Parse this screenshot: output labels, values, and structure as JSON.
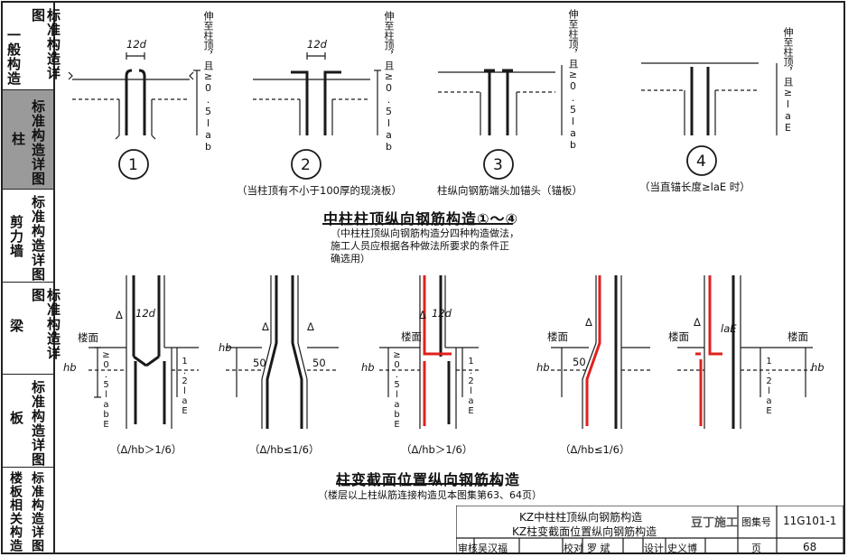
{
  "sidebar": {
    "sections": [
      {
        "label": "一般构造",
        "sub": "标准构造详图"
      },
      {
        "label": "柱",
        "sub": "标准构造详图",
        "active": true
      },
      {
        "label": "剪力墙",
        "sub": "标准构造详图"
      },
      {
        "label": "梁",
        "sub": "标准构造详图"
      },
      {
        "label": "板",
        "sub": "标准构造详图"
      },
      {
        "label": "楼板相关构造",
        "sub": "标准构造详图"
      }
    ]
  },
  "top": {
    "dim_12d": "12d",
    "vertical_note": "伸至柱顶，且≥0.5lab",
    "vertical_note_4": "伸至柱顶，且≥laE",
    "nodes": [
      {
        "num": "1",
        "caption": ""
      },
      {
        "num": "2",
        "caption": "（当柱顶有不小于100厚的现浇板）"
      },
      {
        "num": "3",
        "caption": "柱纵向钢筋端头加锚头（锚板）"
      },
      {
        "num": "4",
        "caption": "（当直锚长度≥laE 时）"
      }
    ],
    "title": "中柱柱顶纵向钢筋构造①～④",
    "note": [
      "（中柱柱顶纵向钢筋构造分四种构造做法，",
      "施工人员应根据各种做法所要求的条件正",
      "确选用）"
    ]
  },
  "bottom": {
    "labels": {
      "floor": "楼面",
      "delta": "Δ",
      "hb": "hb",
      "dim_12d": "12d",
      "fifty": "50",
      "half_lab": "≥0.5labE",
      "one_two_lae": "1.2laE",
      "lae": "laE"
    },
    "captions": [
      "（Δ/hb＞1/6）",
      "（Δ/hb≤1/6）",
      "（Δ/hb＞1/6）",
      "（Δ/hb≤1/6）"
    ],
    "title": "柱变截面位置纵向钢筋构造",
    "note": "（楼层以上柱纵筋连接构造见本图集第63、64页）"
  },
  "title_block": {
    "title_line1": "KZ中柱柱顶纵向钢筋构造",
    "title_line2": "KZ柱变截面位置纵向钢筋构造",
    "atlas_label": "图集号",
    "atlas_no": "11G101-1",
    "review_label": "审核",
    "reviewer": "吴汉福",
    "check_label": "校对",
    "checker": "罗 斌",
    "design_label": "设计",
    "designer": "史义博",
    "page_label": "页",
    "page_no": "68",
    "watermark": "豆丁施工"
  },
  "colors": {
    "rebar_highlight": "#e0201e",
    "line": "#1a1a1a",
    "sidebar_active": "#9a9a9a"
  }
}
